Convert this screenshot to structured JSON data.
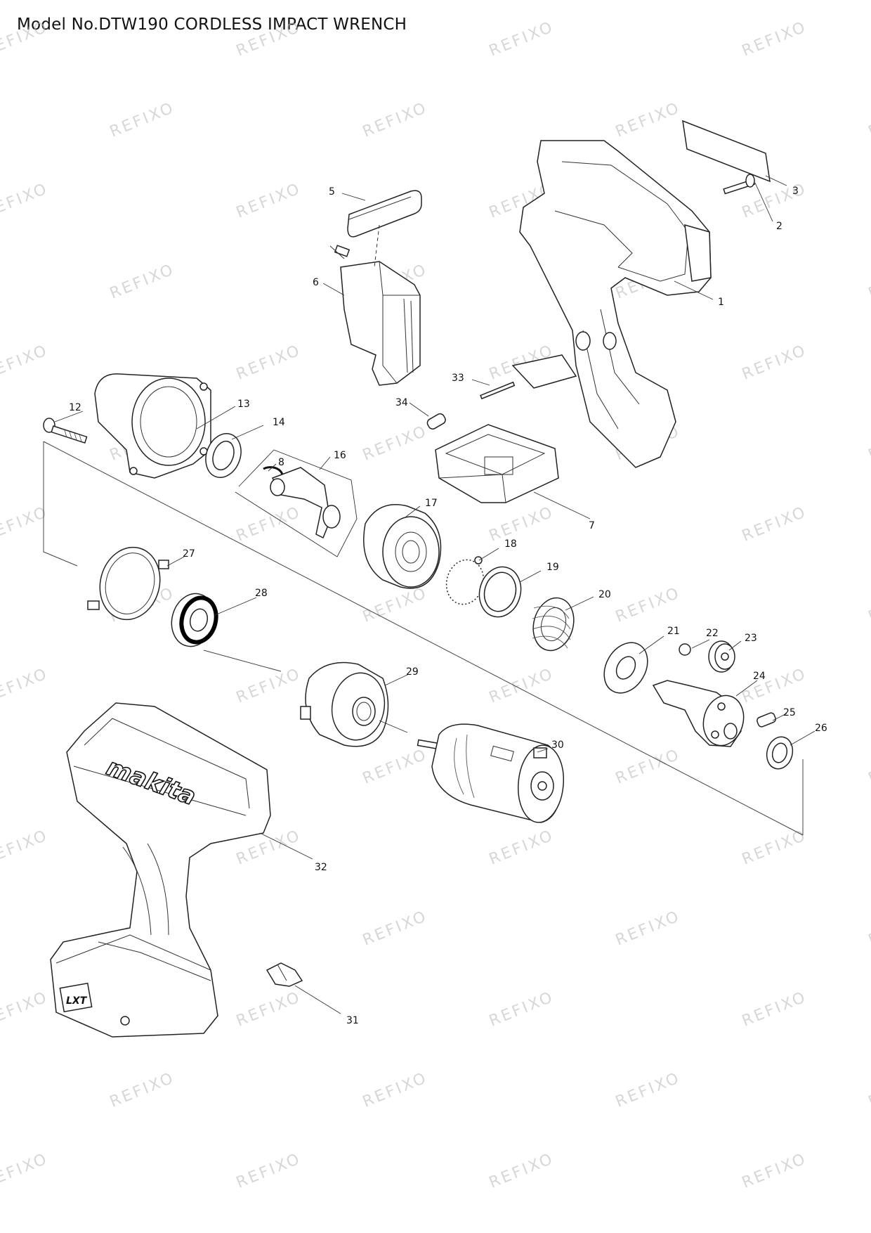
{
  "page": {
    "title": "Model No.DTW190 CORDLESS IMPACT WRENCH"
  },
  "watermark": {
    "text": "REFIXO"
  },
  "parts": [
    {
      "label": "1"
    },
    {
      "label": "2"
    },
    {
      "label": "3"
    },
    {
      "label": "5"
    },
    {
      "label": "6"
    },
    {
      "label": "7"
    },
    {
      "label": "8"
    },
    {
      "label": "12"
    },
    {
      "label": "13"
    },
    {
      "label": "14"
    },
    {
      "label": "16"
    },
    {
      "label": "17"
    },
    {
      "label": "18"
    },
    {
      "label": "19"
    },
    {
      "label": "20"
    },
    {
      "label": "21"
    },
    {
      "label": "22"
    },
    {
      "label": "23"
    },
    {
      "label": "24"
    },
    {
      "label": "25"
    },
    {
      "label": "26"
    },
    {
      "label": "27"
    },
    {
      "label": "28"
    },
    {
      "label": "29"
    },
    {
      "label": "30"
    },
    {
      "label": "31"
    },
    {
      "label": "32"
    },
    {
      "label": "33"
    },
    {
      "label": "34"
    }
  ],
  "housing": {
    "brand_text": "makita",
    "badge_text": "LXT"
  }
}
